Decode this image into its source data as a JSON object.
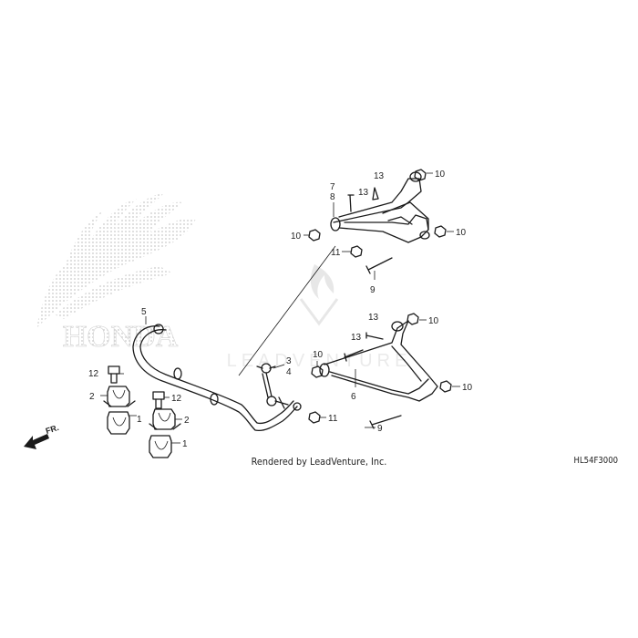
{
  "brand": {
    "logo_text": "HONDA",
    "watermark_text": "LEADVENTURE"
  },
  "caption": "Rendered by LeadVenture, Inc.",
  "diagram_code": "HL54F3000",
  "direction_label": "FR.",
  "callouts": [
    "1",
    "1",
    "2",
    "2",
    "3",
    "4",
    "5",
    "6",
    "7",
    "8",
    "9",
    "9",
    "10",
    "10",
    "10",
    "10",
    "10",
    "11",
    "11",
    "12",
    "12",
    "13",
    "13",
    "13"
  ]
}
